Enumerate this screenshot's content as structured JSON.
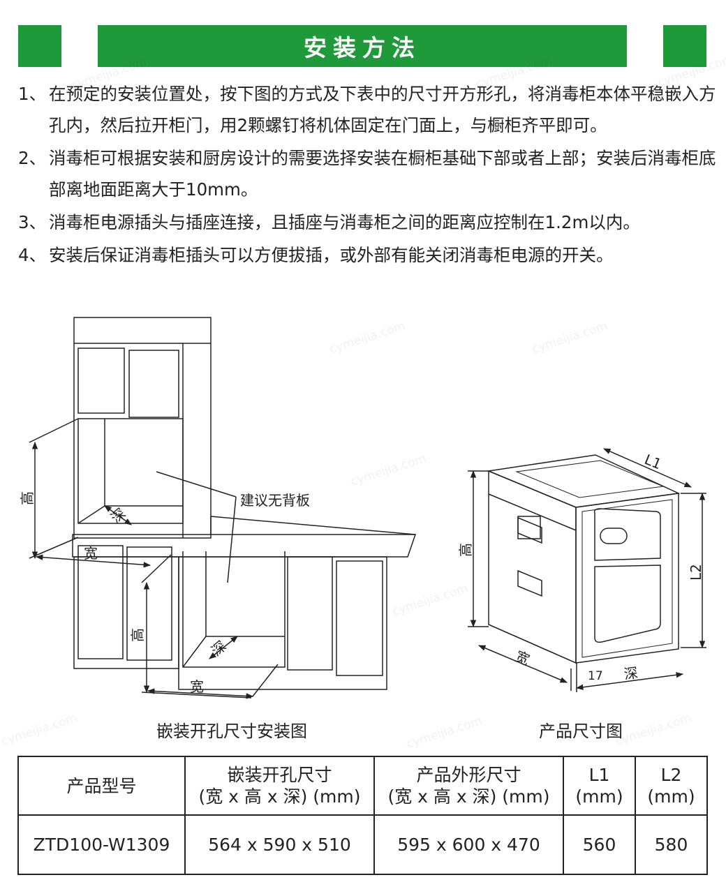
{
  "header": {
    "title": "安装方法"
  },
  "steps": [
    {
      "num": "1、",
      "text": "在预定的安装位置处，按下图的方式及下表中的尺寸开方形孔，将消毒柜本体平稳嵌入方孔内，然后拉开柜门，用2颗螺钉将机体固定在门面上，与橱柜齐平即可。"
    },
    {
      "num": "2、",
      "text": "消毒柜可根据安装和厨房设计的需要选择安装在橱柜基础下部或者上部；安装后消毒柜底部离地面距离大于10mm。"
    },
    {
      "num": "3、",
      "text": "消毒柜电源插头与插座连接，且插座与消毒柜之间的距离应控制在1.2m以内。"
    },
    {
      "num": "4、",
      "text": "安装后保证消毒柜插头可以方便拔插，或外部有能关闭消毒柜电源的开关。"
    }
  ],
  "install_diagram": {
    "caption": "嵌装开孔尺寸安装图",
    "note": "建议无背板",
    "upper_height": "高",
    "upper_depth": "深",
    "upper_width": "宽",
    "lower_height": "高",
    "lower_depth": "深",
    "lower_width": "宽"
  },
  "product_diagram": {
    "caption": "产品尺寸图",
    "l1": "L1",
    "l2": "L2",
    "height": "高",
    "width": "宽",
    "depth": "深",
    "offset": "17"
  },
  "table": {
    "headers": [
      {
        "line1": "产品型号",
        "line2": ""
      },
      {
        "line1": "嵌装开孔尺寸",
        "line2": "(宽 x 高 x 深) (mm)"
      },
      {
        "line1": "产品外形尺寸",
        "line2": "(宽 x 高 x 深) (mm)"
      },
      {
        "line1": "L1",
        "line2": "(mm)"
      },
      {
        "line1": "L2",
        "line2": "(mm)"
      }
    ],
    "row": [
      "ZTD100-W1309",
      "564 x 590 x 510",
      "595 x 600 x 470",
      "560",
      "580"
    ]
  },
  "watermark": "cymeijia.com",
  "colors": {
    "header_green": "#1f9a3b",
    "line": "#222222"
  }
}
